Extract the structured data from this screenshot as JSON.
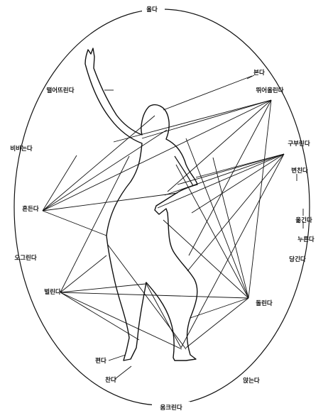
{
  "labels": {
    "top": "올다",
    "bonda": "본다",
    "ttuieoollinda": "뛰어올린다",
    "tteoreotteurinda": "떨어뜨린다",
    "bibinda": "비비는다",
    "gubunda": "구부린다",
    "byeonchinda": "변친다",
    "heundeunda": "흔든다",
    "ogeurinda": "오그린다",
    "olginda": "옮긴다",
    "nureunda": "누른다",
    "danginda": "당긴다",
    "beollinda": "벌린다",
    "dollinda": "돌린다",
    "pyeonda": "편다",
    "chanda": "찬다",
    "annneunda": "앉는다",
    "bottom": "움크린다"
  },
  "colors": {
    "ink": "#111111",
    "background": "#ffffff"
  }
}
